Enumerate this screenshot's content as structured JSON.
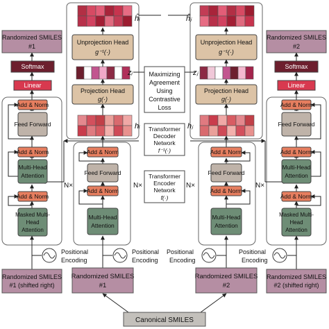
{
  "colors": {
    "mauve": "#b58ea3",
    "maroon": "#6d1f2e",
    "red": "#d8394f",
    "orange": "#e67e5f",
    "green": "#6e8d76",
    "tan": "#dcc3a6",
    "taupe": "#bfb3a9",
    "gray": "#c3c0bb"
  },
  "labels": {
    "canonical": "Canonical SMILES",
    "smiles_mid_1": "Randomized SMILES",
    "smiles_mid_1_id": "#1",
    "smiles_mid_2": "Randomized SMILES",
    "smiles_mid_2_id": "#2",
    "shift_1_line1": "Randomized SMILES",
    "shift_1_line2": "#1 (shifted right)",
    "shift_2_line1": "Randomized SMILES",
    "shift_2_line2": "#2 (shifted right)",
    "out_1_line1": "Randomized SMILES",
    "out_1_line2": "#1",
    "out_2_line1": "Randomized SMILES",
    "out_2_line2": "#2",
    "softmax": "Softmax",
    "linear": "Linear",
    "add_norm": "Add & Norm",
    "feed_forward": "Feed Forward",
    "mha_line1": "Multi-Head",
    "mha_line2": "Attention",
    "masked_line1": "Masked Multi-",
    "masked_line2": "Head",
    "masked_line3": "Attention",
    "positional": "Positional",
    "encoding": "Encoding",
    "nx": "N×",
    "projection": "Projection Head",
    "projection_fn": "g(·)",
    "unprojection": "Unprojection Head",
    "unprojection_fn": "g⁻¹(·)",
    "max_line1": "Maximizing",
    "max_line2": "Agreement",
    "max_line3": "Using",
    "max_line4": "Contrastive",
    "max_line5": "Loss",
    "dec_line1": "Transformer",
    "dec_line2": "Decoder",
    "dec_line3": "Network",
    "dec_fn": "f⁻¹(·)",
    "enc_line1": "Transformer",
    "enc_line2": "Encoder",
    "enc_line3": "Network",
    "enc_fn": "f(·)",
    "h_i": "hᵢ",
    "h_j": "hⱼ",
    "z_i": "zᵢ",
    "z_j": "zⱼ",
    "hhat_i": "ĥᵢ",
    "hhat_j": "ĥⱼ"
  },
  "embeddings": {
    "h_i": [
      "#e4888e",
      "#d3505d",
      "#c14048",
      "#eaa09a",
      "#d96a6e",
      "#f0a8a6",
      "#c93c4c",
      "#e07a80",
      "#d85c63",
      "#f3b0ac",
      "#cf4a57",
      "#e8918e"
    ],
    "h_j": [
      "#e07a80",
      "#c93c4c",
      "#f0a8a6",
      "#d85c63",
      "#e4888e",
      "#c14048",
      "#d96a6e",
      "#eaa09a",
      "#cf4a57",
      "#f3b0ac",
      "#d3505d",
      "#e8918e"
    ],
    "hhat_i": [
      "#b22f44",
      "#d74a63",
      "#e35d77",
      "#a8243a",
      "#c7344e",
      "#e76c83",
      "#b8304a",
      "#d24260",
      "#a31e34",
      "#e06a7f",
      "#c23c55",
      "#9c1c30"
    ],
    "hhat_j": [
      "#c23c55",
      "#a8243a",
      "#e35d77",
      "#b22f44",
      "#d74a63",
      "#9c1c30",
      "#e76c83",
      "#b8304a",
      "#d24260",
      "#a31e34",
      "#e06a7f",
      "#c7344e"
    ],
    "z_i": [
      "#6d1f2e",
      "#ffffff",
      "#c2568f",
      "#f0a8c8",
      "#8c2a44",
      "#ffffff",
      "#b0305a"
    ],
    "z_j": [
      "#8c2a44",
      "#f0c8d8",
      "#ffffff",
      "#c2568f",
      "#6d1f2e",
      "#f4b8cf",
      "#a3244c"
    ]
  }
}
